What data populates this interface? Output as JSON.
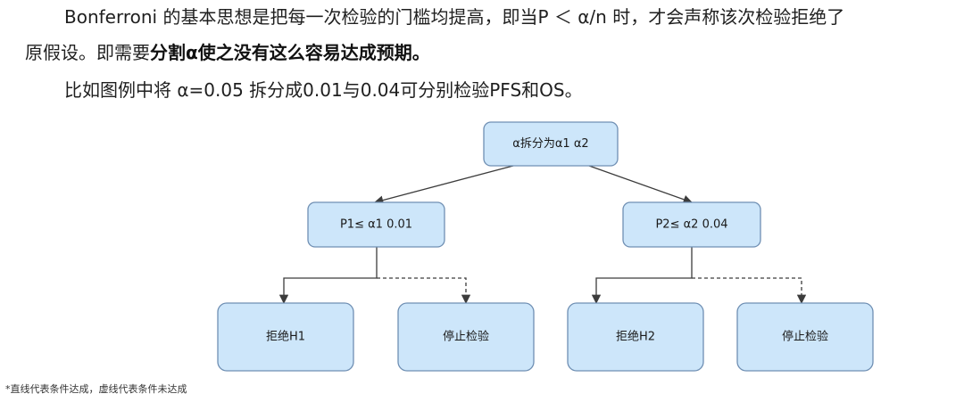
{
  "paragraphs": {
    "p1": "Bonferroni 的基本思想是把每一次检验的门槛均提高，即当P ＜ α/n 时，才会声称该次检验拒绝了",
    "p2_prefix": "原假设。即需要",
    "p2_bold": "分割α使之没有这么容易达成预期。",
    "p3": "比如图例中将 α=0.05 拆分成0.01与0.04可分别检验PFS和OS。"
  },
  "diagram": {
    "root": "α拆分为α1 α2",
    "left_condition": "P1≤ α1 0.01",
    "right_condition": "P2≤ α2 0.04",
    "left_reject": "拒绝H1",
    "left_stop": "停止检验",
    "right_reject": "拒绝H2",
    "right_stop": "停止检验"
  },
  "footnote": "*直线代表条件达成，虚线代表条件未达成",
  "colors": {
    "node_fill": "#cde6fa",
    "node_stroke": "#6f8fb3",
    "edge": "#3c3c3c"
  }
}
